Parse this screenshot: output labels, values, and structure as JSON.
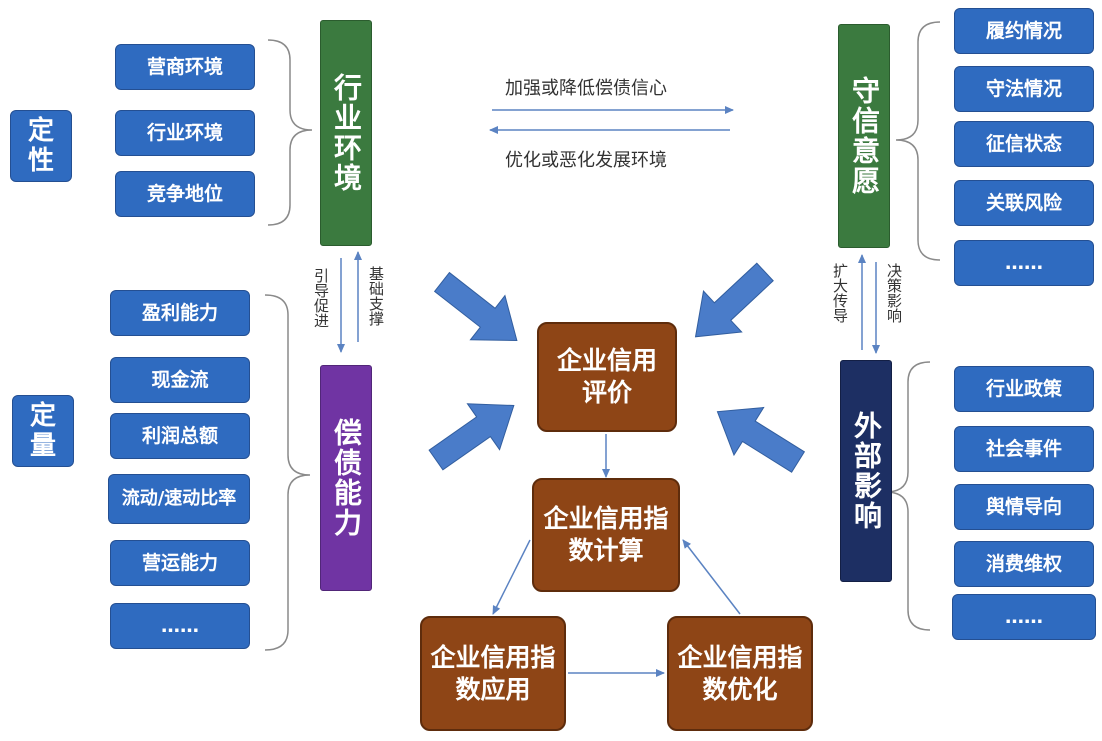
{
  "left": {
    "qualitative": "定性",
    "quantitative": "定量",
    "industry": "行业环境",
    "solvency": "偿债能力",
    "qual_items": [
      "营商环境",
      "行业环境",
      "竞争地位"
    ],
    "quant_items": [
      "盈利能力",
      "现金流",
      "利润总额",
      "流动/速动比率",
      "营运能力",
      "……"
    ],
    "guide": "引导促进",
    "support": "基础支撑"
  },
  "right": {
    "willingness": "守信意愿",
    "external": "外部影响",
    "will_items": [
      "履约情况",
      "守法情况",
      "征信状态",
      "关联风险",
      "……"
    ],
    "ext_items": [
      "行业政策",
      "社会事件",
      "舆情导向",
      "消费维权",
      "……"
    ],
    "expand": "扩大传导",
    "decide": "决策影响"
  },
  "top": {
    "strengthen": "加强或降低偿债信心",
    "optimize": "优化或恶化发展环境"
  },
  "center": {
    "eval": "企业信用评价",
    "calc": "企业信用指数计算",
    "app": "企业信用指数应用",
    "opt": "企业信用指数优化"
  },
  "colors": {
    "blue": "#2f6bc0",
    "green": "#3b7a3f",
    "purple": "#7034a3",
    "navy": "#1d2f63",
    "brown": "#8e4516"
  }
}
